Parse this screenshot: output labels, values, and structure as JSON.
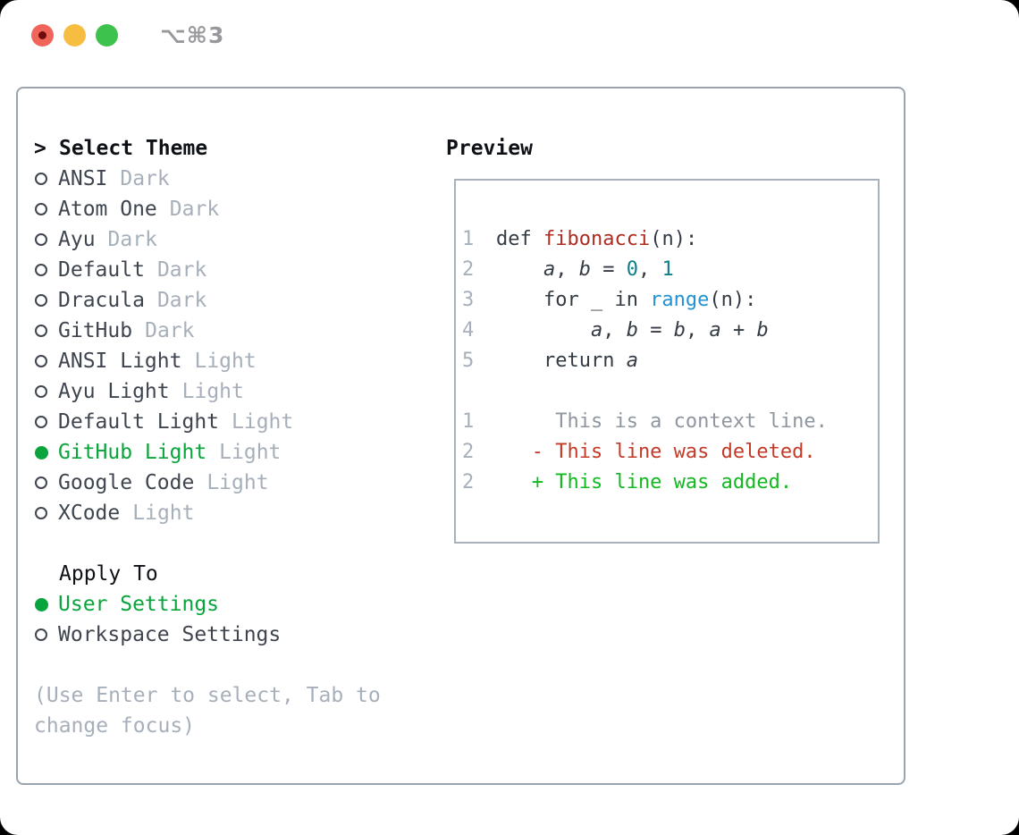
{
  "window": {
    "title": "⌥⌘3",
    "traffic_lights": [
      "close",
      "minimize",
      "zoom"
    ]
  },
  "colors": {
    "primary": "#3e454f",
    "header": "#0e1217",
    "muted": "#a6afba",
    "code": "#343b44",
    "func": "#ad2d22",
    "call": "#2292d2",
    "num": "#0e7e88",
    "ctx": "#8e96a0",
    "del": "#c33a28",
    "add": "#12ba1f",
    "green": "#0aa43c",
    "border-outer": "#9aa4ae",
    "border-preview": "#a9b1ba",
    "title": "#97999c",
    "light-red": "#f0655b",
    "light-red-dot": "#6f0d0a",
    "light-yellow": "#f7bd40",
    "light-green": "#3ec24e"
  },
  "theme_panel": {
    "prompt": ">",
    "header": "Select Theme",
    "themes": [
      {
        "name": "ANSI",
        "variant": "Dark",
        "selected": false
      },
      {
        "name": "Atom One",
        "variant": "Dark",
        "selected": false
      },
      {
        "name": "Ayu",
        "variant": "Dark",
        "selected": false
      },
      {
        "name": "Default",
        "variant": "Dark",
        "selected": false
      },
      {
        "name": "Dracula",
        "variant": "Dark",
        "selected": false
      },
      {
        "name": "GitHub",
        "variant": "Dark",
        "selected": false
      },
      {
        "name": "ANSI Light",
        "variant": "Light",
        "selected": false
      },
      {
        "name": "Ayu Light",
        "variant": "Light",
        "selected": false
      },
      {
        "name": "Default Light",
        "variant": "Light",
        "selected": false
      },
      {
        "name": "GitHub Light",
        "variant": "Light",
        "selected": true
      },
      {
        "name": "Google Code",
        "variant": "Light",
        "selected": false
      },
      {
        "name": "XCode",
        "variant": "Light",
        "selected": false
      }
    ],
    "apply_header": "Apply To",
    "apply_options": [
      {
        "label": "User Settings",
        "selected": true
      },
      {
        "label": "Workspace Settings",
        "selected": false
      }
    ],
    "hint_line1": "(Use Enter to select, Tab to",
    "hint_line2": "change focus)"
  },
  "preview": {
    "header": "Preview",
    "lines": [
      {
        "no": "1",
        "kind": "code",
        "tokens": [
          {
            "t": "def ",
            "c": "code"
          },
          {
            "t": "fibonacci",
            "c": "func"
          },
          {
            "t": "(n):",
            "c": "code"
          }
        ]
      },
      {
        "no": "2",
        "kind": "code",
        "tokens": [
          {
            "t": "    ",
            "c": "code"
          },
          {
            "t": "a",
            "c": "var"
          },
          {
            "t": ", ",
            "c": "code"
          },
          {
            "t": "b",
            "c": "var"
          },
          {
            "t": " = ",
            "c": "code"
          },
          {
            "t": "0",
            "c": "num"
          },
          {
            "t": ", ",
            "c": "code"
          },
          {
            "t": "1",
            "c": "num"
          }
        ]
      },
      {
        "no": "3",
        "kind": "code",
        "tokens": [
          {
            "t": "    for _ in ",
            "c": "code"
          },
          {
            "t": "range",
            "c": "call"
          },
          {
            "t": "(n):",
            "c": "code"
          }
        ]
      },
      {
        "no": "4",
        "kind": "code",
        "tokens": [
          {
            "t": "        ",
            "c": "code"
          },
          {
            "t": "a",
            "c": "var"
          },
          {
            "t": ", ",
            "c": "code"
          },
          {
            "t": "b",
            "c": "var"
          },
          {
            "t": " = ",
            "c": "code"
          },
          {
            "t": "b",
            "c": "var"
          },
          {
            "t": ", ",
            "c": "code"
          },
          {
            "t": "a",
            "c": "var"
          },
          {
            "t": " + ",
            "c": "code"
          },
          {
            "t": "b",
            "c": "var"
          }
        ]
      },
      {
        "no": "5",
        "kind": "code",
        "tokens": [
          {
            "t": "    return ",
            "c": "code"
          },
          {
            "t": "a",
            "c": "var"
          }
        ]
      },
      {
        "no": "",
        "kind": "blank",
        "tokens": []
      },
      {
        "no": "1",
        "kind": "context",
        "tokens": [
          {
            "t": "     This is a context line.",
            "c": "ctx"
          }
        ]
      },
      {
        "no": "2",
        "kind": "deleted",
        "tokens": [
          {
            "t": "   - This line was deleted.",
            "c": "del"
          }
        ]
      },
      {
        "no": "2",
        "kind": "added",
        "tokens": [
          {
            "t": "   + This line was added.",
            "c": "add"
          }
        ]
      }
    ]
  }
}
